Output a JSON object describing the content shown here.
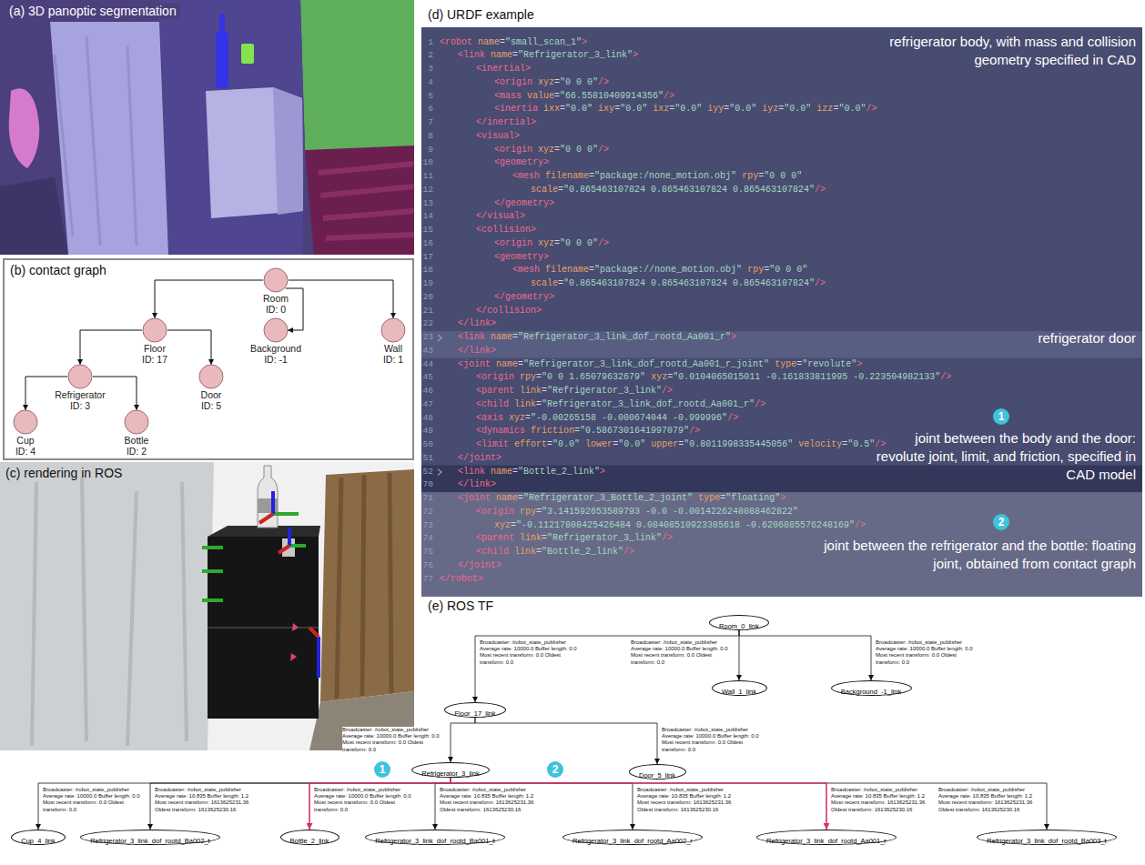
{
  "diagram": {
    "nodes": [
      {
        "text": [
          "(b) contact graph"
        ]
      },
      {
        "text": [
          "Room",
          "ID: 0"
        ],
        "in": 0
      },
      {
        "text": [
          "Floor",
          "ID: 17"
        ],
        "in": 0
      },
      {
        "text": [
          "Background",
          "ID: -1"
        ],
        "in": 0
      },
      {
        "text": [
          "Wall",
          "ID: 1"
        ],
        "in": 0
      },
      {
        "text": [
          "Refrigerator",
          "ID: 3"
        ],
        "in": 0
      },
      {
        "text": [
          "Door",
          "ID: 5"
        ],
        "in": 0
      },
      {
        "text": [
          "Cup",
          "ID: 4"
        ],
        "in": 0
      },
      {
        "text": [
          "Bottle",
          "ID: 2"
        ],
        "in": 0
      },
      {
        "text": [
          "Room_0_link"
        ]
      },
      {
        "text": [
          "Floor_17_link"
        ]
      },
      {
        "text": [
          "Wall_1_link"
        ]
      },
      {
        "text": [
          "Background_-1_link"
        ]
      },
      {
        "text": [
          "Refrigerator_3_link"
        ]
      },
      {
        "text": [
          "Door_5_link"
        ]
      },
      {
        "text": [
          "Cup_4_link"
        ]
      },
      {
        "text": [
          "Refrigerator_3_link_dof_rootd_Ba002_t"
        ]
      },
      {
        "text": [
          "Bottle_2_link"
        ]
      },
      {
        "text": [
          "Refrigerator_3_link_dof_rootd_Ba001_t"
        ]
      },
      {
        "text": [
          "Refrigerator_3_link_dof_rootd_Aa002_r"
        ]
      },
      {
        "text": [
          "Refrigerator_3_link_dof_rootd_Aa001_r"
        ]
      },
      {
        "text": [
          "Refrigerator_3_link_dof_rootd_Ba003_t"
        ]
      }
    ],
    "edges": [
      {
        "from": 1,
        "to": 2,
        "arrow": "to"
      },
      {
        "from": 1,
        "to": 3,
        "arrow": "to"
      },
      {
        "from": 1,
        "to": 4,
        "arrow": "to"
      },
      {
        "from": 2,
        "to": 5,
        "arrow": "to"
      },
      {
        "from": 2,
        "to": 6,
        "arrow": "to"
      },
      {
        "from": 5,
        "to": 7,
        "arrow": "to"
      },
      {
        "from": 5,
        "to": 8,
        "arrow": "to"
      },
      {
        "from": 9,
        "to": 10,
        "arrow": "to",
        "label": "Broadcaster: /robot_state_publisher Average rate: 10000.0 Buffer length: 0.0 Most recent transform: 0.0 Oldest transform: 0.0"
      },
      {
        "from": 9,
        "to": 11,
        "arrow": "to",
        "label": "Broadcaster: /robot_state_publisher Average rate: 10000.0 Buffer length: 0.0 Most recent transform: 0.0 Oldest transform: 0.0"
      },
      {
        "from": 9,
        "to": 12,
        "arrow": "to",
        "label": "Broadcaster: /robot_state_publisher Average rate: 10000.0 Buffer length: 0.0 Most recent transform: 0.0 Oldest transform: 0.0"
      },
      {
        "from": 10,
        "to": 13,
        "arrow": "to",
        "label": "Broadcaster: /robot_state_publisher Average rate: 10000.0 Buffer length: 0.0 Most recent transform: 0.0 Oldest transform: 0.0"
      },
      {
        "from": 10,
        "to": 14,
        "arrow": "to",
        "label": "Broadcaster: /robot_state_publisher Average rate: 10000.0 Buffer length: 0.0 Most recent transform: 0.0 Oldest transform: 0.0"
      },
      {
        "from": 13,
        "to": 15,
        "arrow": "to",
        "label": "Broadcaster: /robot_state_publisher Average rate: 10000.0 Buffer length: 0.0 Most recent transform: 0.0 Oldest transform: 0.0"
      },
      {
        "from": 13,
        "to": 16,
        "arrow": "to",
        "label": "Broadcaster: /robot_state_publisher Average rate: 10.835 Buffer length: 1.2 Most recent transform: 1613625231.36 Oldest transform: 1613625230.16"
      },
      {
        "from": 13,
        "to": 17,
        "arrow": "to",
        "label": "Broadcaster: /robot_state_publisher Average rate: 10000.0 Buffer length: 0.0 Most recent transform: 0.0 Oldest transform: 0.0"
      },
      {
        "from": 13,
        "to": 18,
        "arrow": "to",
        "label": "Broadcaster: /robot_state_publisher Average rate: 10.835 Buffer length: 1.2 Most recent transform: 1613625231.36 Oldest transform: 1613625230.16"
      },
      {
        "from": 13,
        "to": 19,
        "arrow": "to",
        "label": "Broadcaster: /robot_state_publisher Average rate: 10.835 Buffer length: 1.2 Most recent transform: 1613625231.36 Oldest transform: 1613625230.16"
      },
      {
        "from": 13,
        "to": 20,
        "arrow": "to",
        "label": "Broadcaster: /robot_state_publisher Average rate: 10.835 Buffer length: 1.2 Most recent transform: 1613625231.36 Oldest transform: 1613625230.16"
      },
      {
        "from": 13,
        "to": 21,
        "arrow": "to",
        "label": "Broadcaster: /robot_state_publisher Average rate: 10.835 Buffer length: 1.2 Most recent transform: 1613625231.36 Oldest transform: 1613625230.16"
      }
    ],
    "labels": [
      "(a) 3D panoptic segmentation",
      "(c) rendering in ROS",
      "(d) URDF example",
      "1",
      "<robot name=\"small_scan_1\">",
      "2",
      "<link name=\"Refrigerator_3_link\">",
      "3",
      "<inertial>",
      "4",
      "<origin xyz=\"0 0 0\"/>",
      "5",
      "<mass value=\"66.55810409914356\"/>",
      "6",
      "<inertia ixx=\"0.0\" ixy=\"0.0\" ixz=\"0.0\" iyy=\"0.0\" iyz=\"0.0\" izz=\"0.0\"/>",
      "7",
      "</inertial>",
      "8",
      "<visual>",
      "9",
      "<origin xyz=\"0 0 0\"/>",
      "10",
      "<geometry>",
      "11",
      "<mesh filename=\"package:/none_motion.obj\" rpy=\"0 0 0\"",
      "12",
      "scale=\"0.865463107824 0.865463107824 0.865463107824\"/>",
      "13",
      "</geometry>",
      "14",
      "</visual>",
      "15",
      "<collision>",
      "16",
      "<origin xyz=\"0 0 0\"/>",
      "17",
      "<geometry>",
      "18",
      "<mesh filename=\"package://none_motion.obj\" rpy=\"0 0 0\"",
      "19",
      "scale=\"0.865463107824 0.865463107824 0.865463107824\"/>",
      "20",
      "</geometry>",
      "21",
      "</collision>",
      "22",
      "</link>",
      "23",
      "<link name=\"Refrigerator_3_link_dof_rootd_Aa001_r\">",
      "43",
      "</link>",
      "44",
      "<joint name=\"Refrigerator_3_link_dof_rootd_Aa001_r_joint\" type=\"revolute\">",
      "45",
      "<origin rpy=\"0 0 1.65079632679\" xyz=\"0.0104065015011 -0.161833811995 -0.223504982133\"/>",
      "46",
      "<parent link=\"Refrigerator_3_link\"/>",
      "47",
      "<child link=\"Refrigerator_3_link_dof_rootd_Aa001_r\"/>",
      "48",
      "<axis xyz=\"-0.00265158 -0.000674044 -0.999996\"/>",
      "49",
      "<dynamics friction=\"0.5867301641997079\"/>",
      "50",
      "<limit effort=\"0.0\" lower=\"0.0\" upper=\"0.8011998335445056\" velocity=\"0.5\"/>",
      "51",
      "</joint>",
      "52",
      "<link name=\"Bottle_2_link\">",
      "70",
      "</link>",
      "71",
      "<joint name=\"Refrigerator_3_Bottle_2_joint\" type=\"floating\">",
      "72",
      "<origin rpy=\"3.141592653589793 -0.0 -0.0014226248088462822\"",
      "73",
      "xyz=\"-0.11217808425426484 0.08408510923385618 -0.6206885576248169\"/>",
      "74",
      "<parent link=\"Refrigerator_3_link\"/>",
      "75",
      "<child link=\"Bottle_2_link\"/>",
      "76",
      "</joint>",
      "77",
      "</robot>",
      "refrigerator body, with mass and collision geometry specified in CAD",
      "refrigerator door",
      "1",
      "joint between the body and the door: revolute joint, limit, and friction, specified in CAD model",
      "2",
      "joint between the refrigerator and the bottle: floating joint, obtained from contact graph",
      "(e) ROS TF",
      "1",
      "2"
    ]
  }
}
